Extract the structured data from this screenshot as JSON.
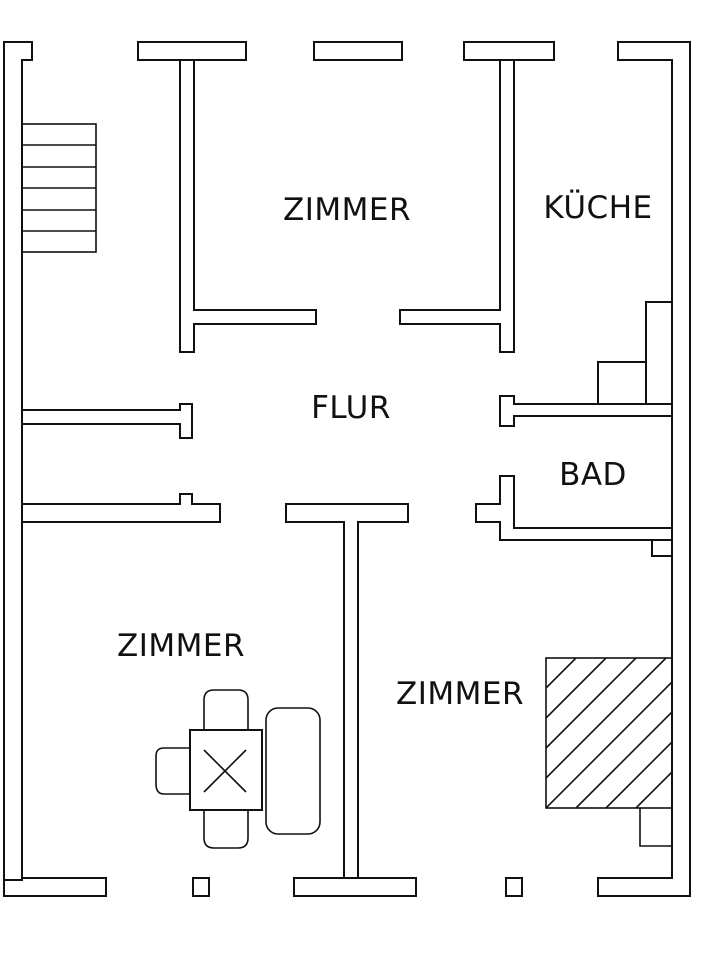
{
  "plan": {
    "rooms": {
      "zimmer_top": "ZIMMER",
      "kueche": "KÜCHE",
      "flur": "FLUR",
      "bad": "BAD",
      "zimmer_bottom_left": "ZIMMER",
      "zimmer_bottom_right": "ZIMMER"
    }
  },
  "colors": {
    "line": "#111111",
    "background": "#ffffff"
  }
}
